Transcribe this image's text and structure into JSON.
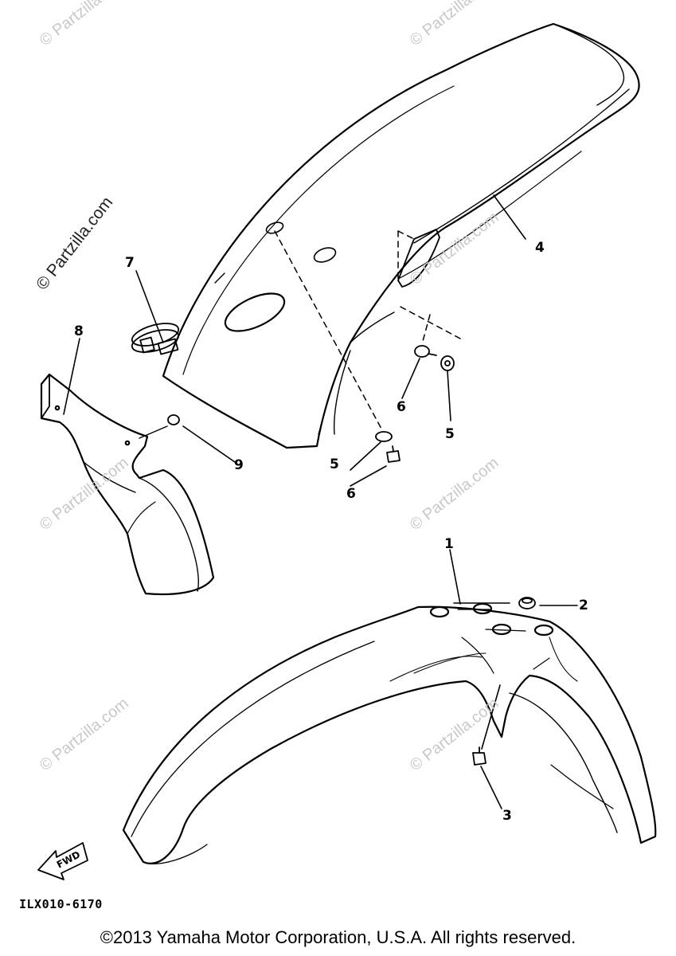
{
  "watermark": "© Partzilla.com",
  "watermark_side": "© Partzilla.com",
  "callouts": [
    "1",
    "2",
    "3",
    "4",
    "5",
    "5",
    "6",
    "6",
    "7",
    "8",
    "9"
  ],
  "fwd_label": "FWD",
  "diagram_code": "ILX010-6170",
  "copyright": "©2013 Yamaha Motor Corporation, U.S.A. All rights reserved."
}
